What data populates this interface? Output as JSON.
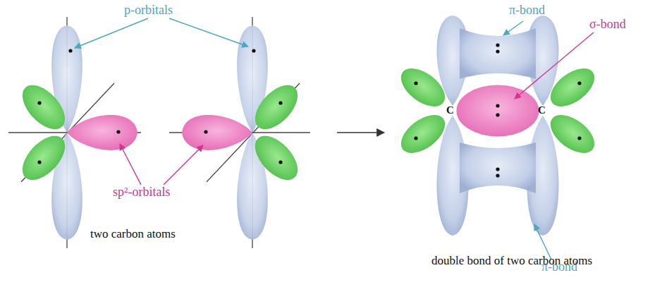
{
  "diagram": {
    "labels": [
      "p-orbitals",
      "sp²-orbitals",
      "two carbon atoms",
      "π-bond",
      "σ-bond",
      "C",
      "C",
      "π-bond",
      "double bond of two carbon atoms"
    ]
  }
}
